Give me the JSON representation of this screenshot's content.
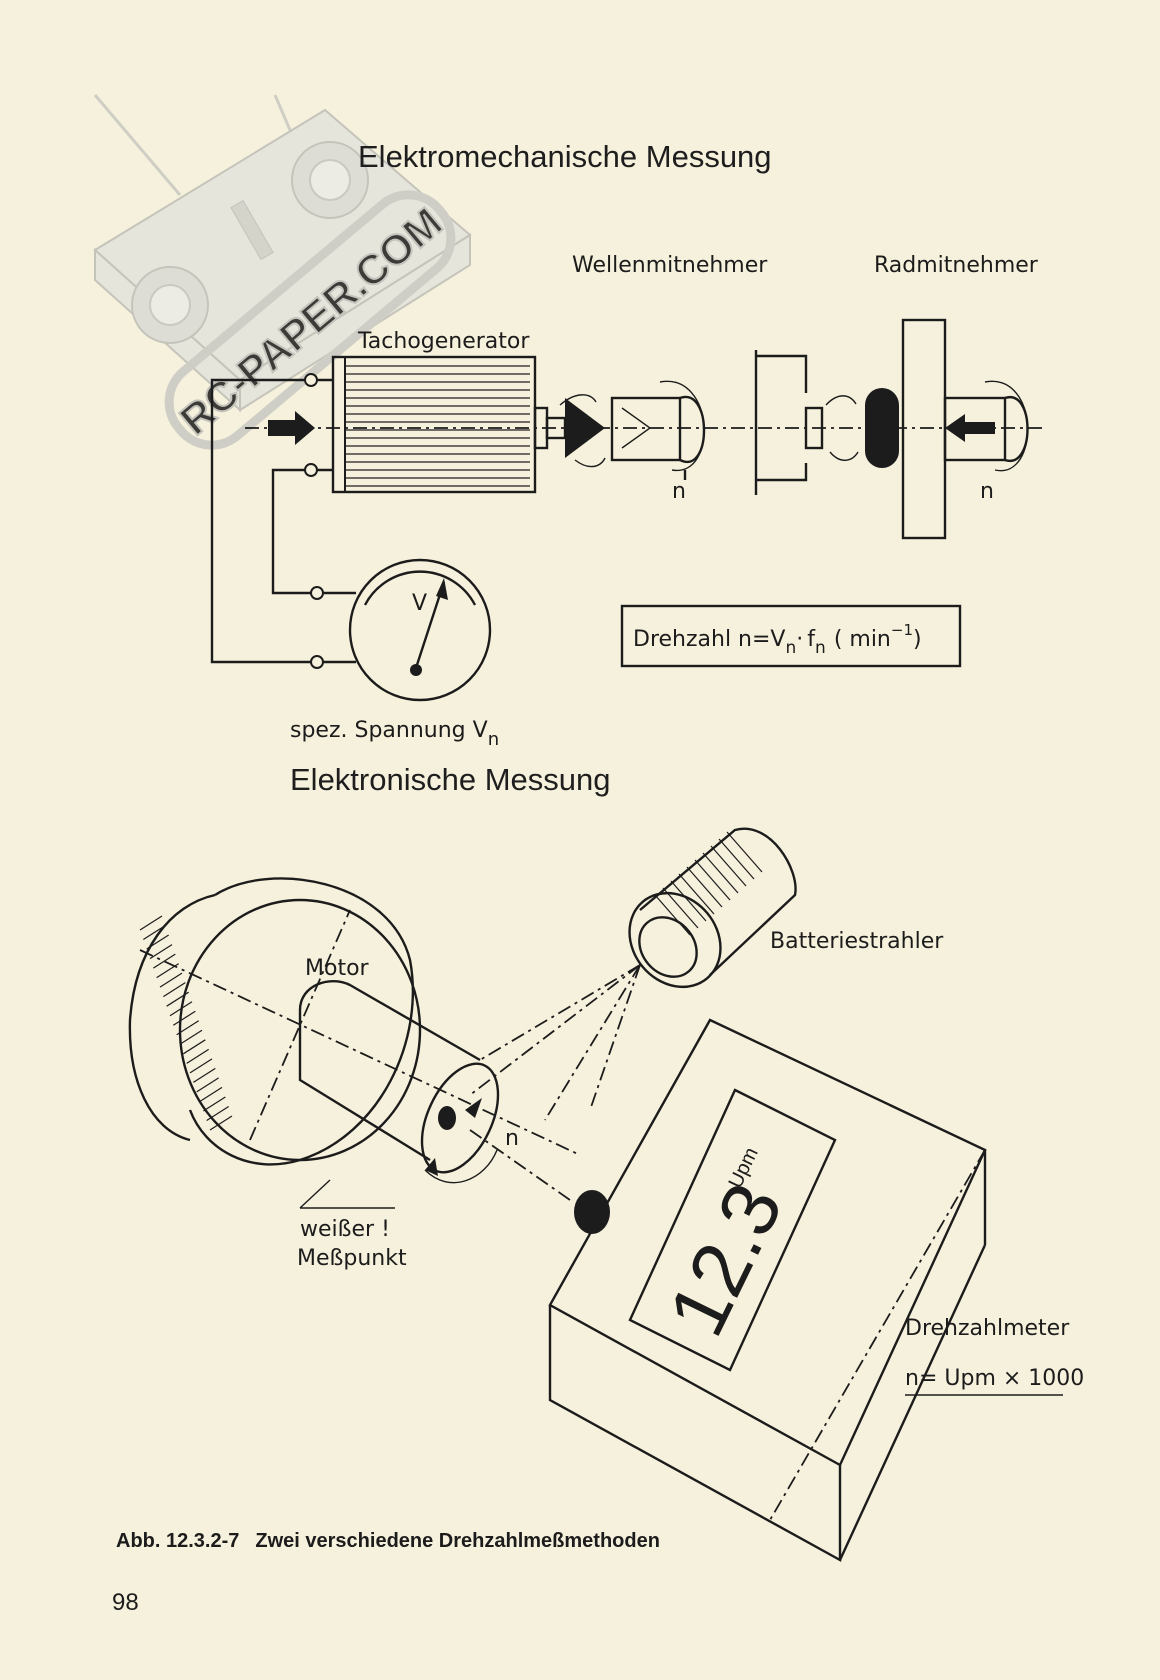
{
  "watermark": {
    "text": "RC-PAPER.COM",
    "icon": "rc-transmitter-icon"
  },
  "electromechanical": {
    "title": "Elektromechanische Messung",
    "label_tachogenerator": "Tachogenerator",
    "label_shaft_coupling": "Wellenmitnehmer",
    "label_wheel_coupling": "Radmitnehmer",
    "label_n_left": "n",
    "label_n_right": "n",
    "meter_symbol": "V",
    "voltage_label": "spez. Spannung V",
    "voltage_sub": "n",
    "formula_prefix": "Drehzahl n=V",
    "formula_sub1": "n",
    "formula_dot": "·",
    "formula_f": "f",
    "formula_sub2": "n",
    "formula_unit_open": "( min",
    "formula_unit_sup": "−1",
    "formula_unit_close": ")"
  },
  "electronic": {
    "title": "Elektronische Messung",
    "label_motor": "Motor",
    "label_lamp": "Batteriestrahler",
    "label_n": "n",
    "label_white_line1": "weißer !",
    "label_white_line2": "Meßpunkt",
    "display_value": "12.3",
    "display_unit": "Upm",
    "label_meter": "Drehzahlmeter",
    "meter_formula": "n= Upm × 1000"
  },
  "caption": {
    "number": "Abb. 12.3.2-7",
    "text": "Zwei verschiedene Drehzahlmeßmethoden"
  },
  "page_number": "98"
}
